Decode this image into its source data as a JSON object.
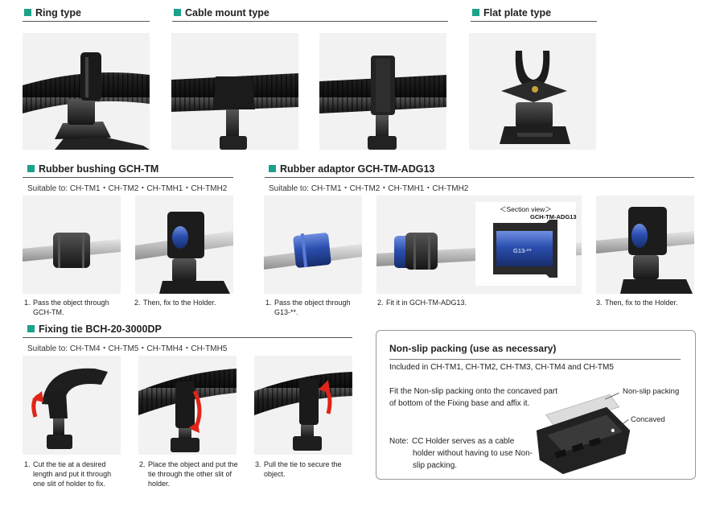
{
  "sections": {
    "ring": {
      "title": "Ring type"
    },
    "cable_mount": {
      "title": "Cable mount type"
    },
    "flat_plate": {
      "title": "Flat plate type"
    },
    "rubber_bushing": {
      "title": "Rubber bushing  GCH-TM",
      "suitable": "Suitable to: CH-TM1・CH-TM2・CH-TMH1・CH-TMH2",
      "steps": [
        {
          "num": "1.",
          "text": "Pass the object through GCH-TM."
        },
        {
          "num": "2.",
          "text": "Then, fix to the Holder."
        }
      ]
    },
    "rubber_adaptor": {
      "title": "Rubber adaptor  GCH-TM-ADG13",
      "suitable": "Suitable to: CH-TM1・CH-TM2・CH-TMH1・CH-TMH2",
      "section_view": "＜Section view＞",
      "section_part": "GCH-TM-ADG13",
      "section_inner": "G13-**",
      "steps": [
        {
          "num": "1.",
          "text": "Pass the object through G13-**."
        },
        {
          "num": "2.",
          "text": "Fit it in GCH-TM-ADG13."
        },
        {
          "num": "3.",
          "text": "Then, fix to the Holder."
        }
      ]
    },
    "fixing_tie": {
      "title": "Fixing tie  BCH-20-3000DP",
      "suitable": "Suitable to: CH-TM4・CH-TM5・CH-TMH4・CH-TMH5",
      "steps": [
        {
          "num": "1.",
          "text": "Cut the tie at a desired length and put it through one slit of holder to fix."
        },
        {
          "num": "2.",
          "text": "Place the object and put the tie through the other slit of holder."
        },
        {
          "num": "3.",
          "text": "Pull the tie to secure the object."
        }
      ]
    },
    "non_slip": {
      "title": "Non-slip packing (use as necessary)",
      "included": "Included in CH-TM1, CH-TM2, CH-TM3, CH-TM4 and CH-TM5",
      "fit_text": "Fit the Non-slip packing onto the concaved part of bottom of the Fixing base and affix it.",
      "note_label": "Note:",
      "note_text": "CC Holder serves as a cable holder without having to use Non-slip packing.",
      "label_packing": "Non-slip packing",
      "label_concaved": "Concaved"
    }
  },
  "colors": {
    "accent": "#1ba28a",
    "rubber_blue": "#2b4fb0",
    "holder_black": "#2a2a2a"
  }
}
